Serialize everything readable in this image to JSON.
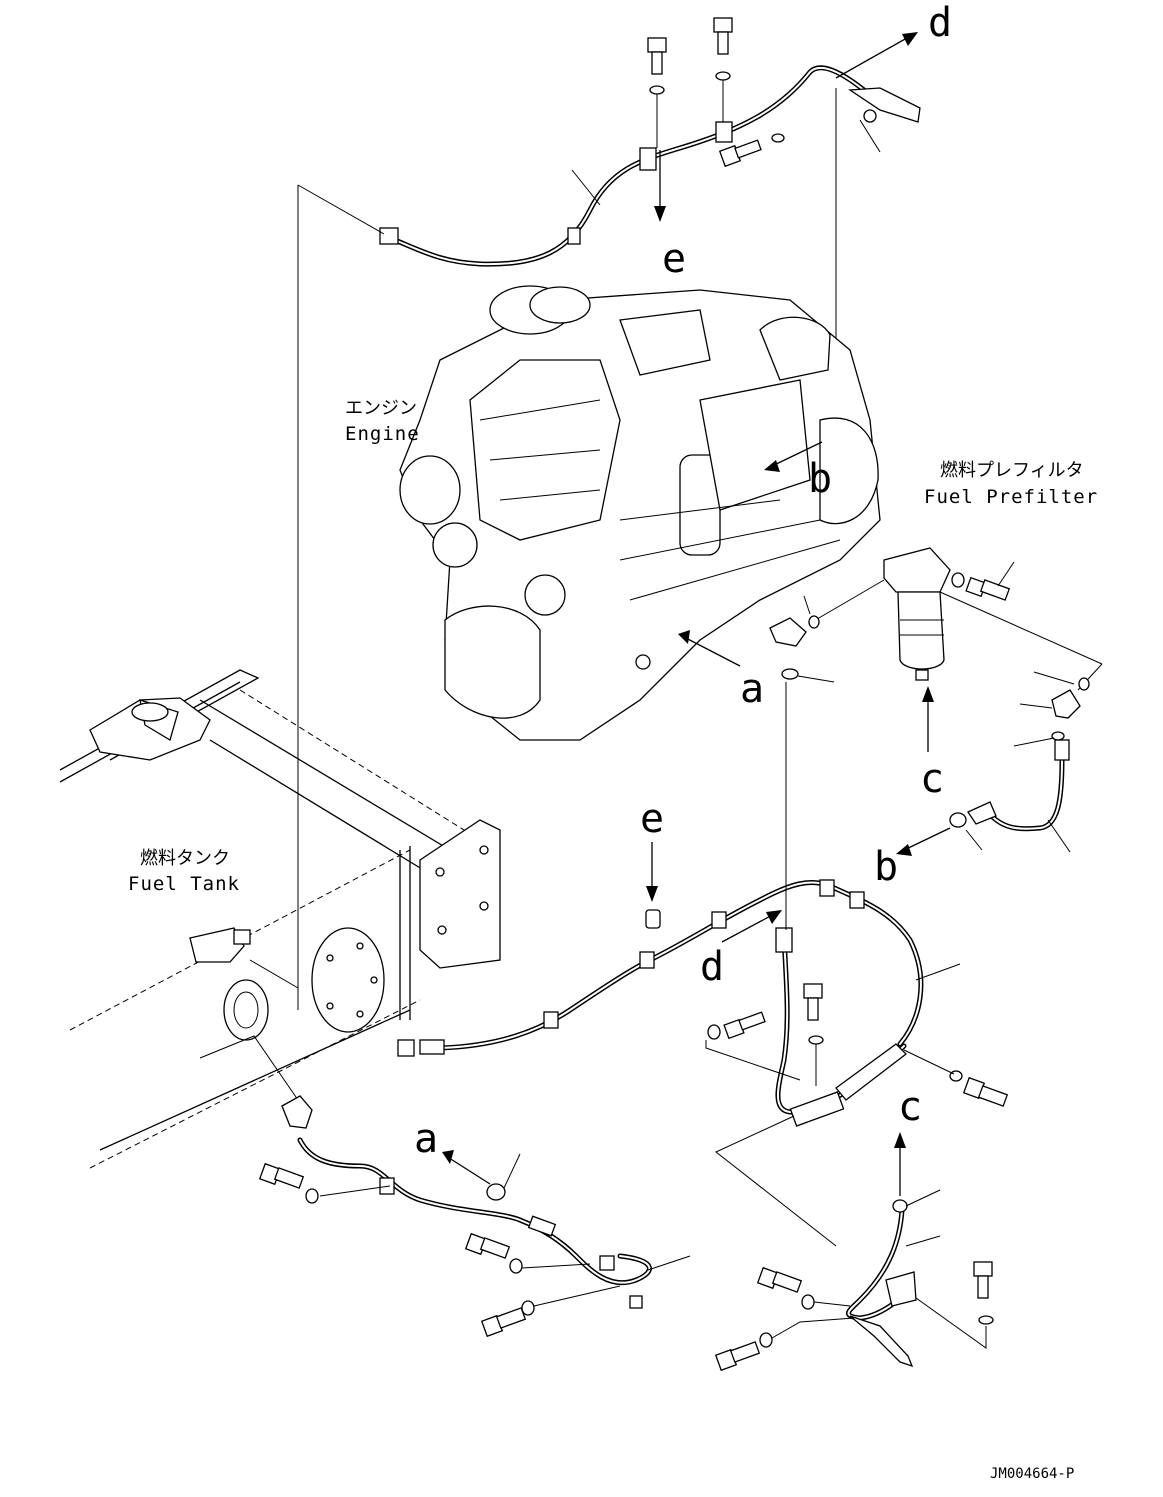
{
  "labels": {
    "engine_jp": "エンジン",
    "engine_en": "Engine",
    "prefilter_jp": "燃料プレフィルタ",
    "prefilter_en": "Fuel Prefilter",
    "tank_jp": "燃料タンク",
    "tank_en": "Fuel Tank"
  },
  "refs": {
    "d_top": "d",
    "e_top": "e",
    "b_engine": "b",
    "a_engine": "a",
    "c_filter": "c",
    "b_hose": "b",
    "e_mid": "e",
    "d_mid": "d",
    "a_bottom": "a",
    "c_bottom": "c"
  },
  "drawing_code": "JM004664-P"
}
